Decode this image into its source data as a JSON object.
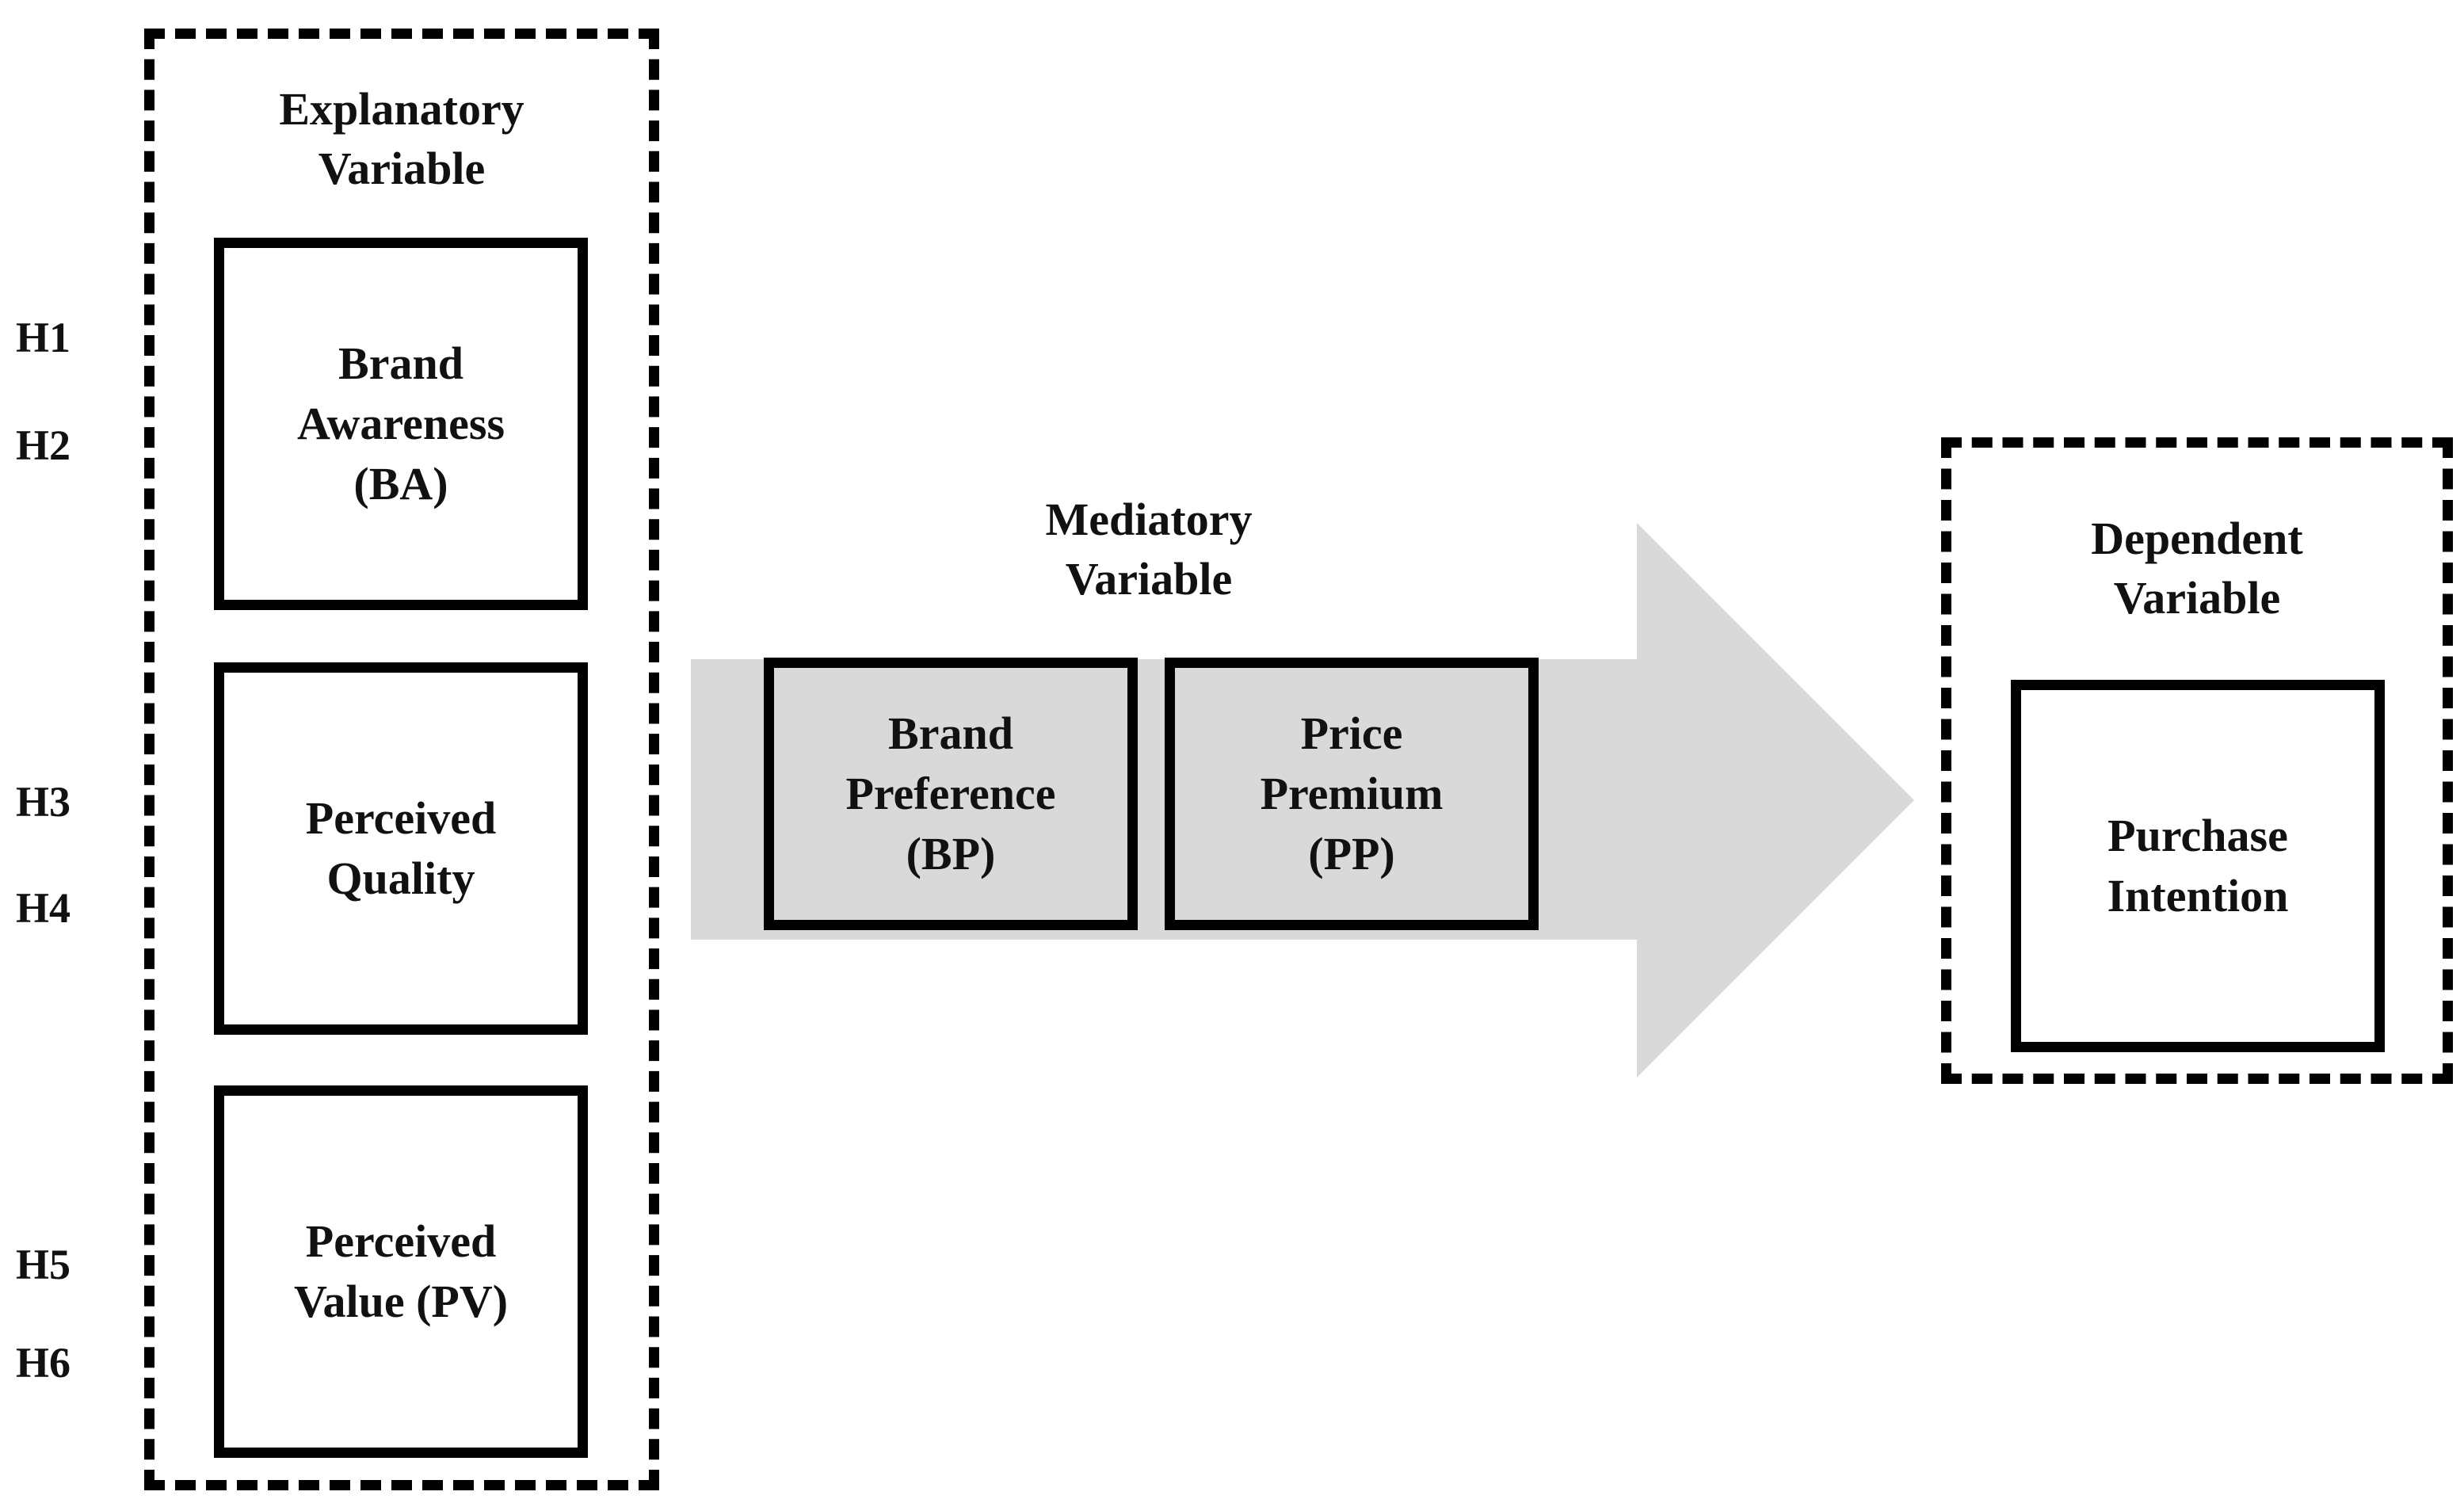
{
  "colors": {
    "arrow_fill": "#d9d9d9",
    "mediator_box_fill": "#d9d9d9",
    "border": "#000000"
  },
  "explanatory": {
    "title_line1": "Explanatory",
    "title_line2": "Variable",
    "boxes": [
      {
        "line1": "Brand",
        "line2": "Awareness",
        "line3": "(BA)"
      },
      {
        "line1": "Perceived",
        "line2": "Quality"
      },
      {
        "line1": "Perceived",
        "line2": "Value (PV)"
      }
    ]
  },
  "hypotheses": [
    "H1",
    "H2",
    "H3",
    "H4",
    "H5",
    "H6"
  ],
  "mediatory": {
    "title_line1": "Mediatory",
    "title_line2": "Variable",
    "boxes": [
      {
        "line1": "Brand",
        "line2": "Preference",
        "line3": "(BP)"
      },
      {
        "line1": "Price",
        "line2": "Premium",
        "line3": "(PP)"
      }
    ]
  },
  "dependent": {
    "title_line1": "Dependent",
    "title_line2": "Variable",
    "box": {
      "line1": "Purchase",
      "line2": "Intention"
    }
  }
}
